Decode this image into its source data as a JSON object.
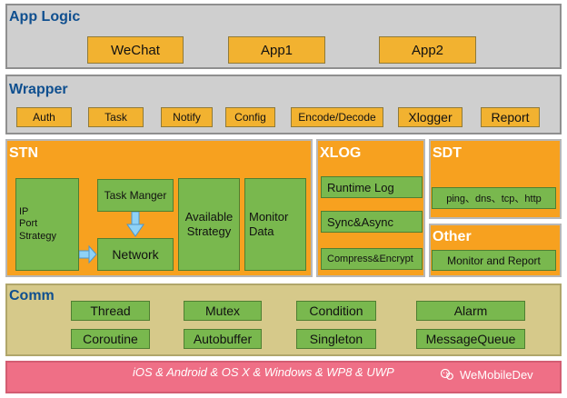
{
  "layers": {
    "app_logic": {
      "title": "App Logic",
      "items": [
        "WeChat",
        "App1",
        "App2"
      ]
    },
    "wrapper": {
      "title": "Wrapper",
      "items": [
        "Auth",
        "Task",
        "Notify",
        "Config",
        "Encode/Decode",
        "Xlogger",
        "Report"
      ]
    },
    "stn": {
      "title": "STN",
      "left_lines": [
        "IP",
        "Port",
        "Strategy"
      ],
      "task": "Task Manger",
      "network": "Network",
      "available": [
        "Available",
        "Strategy"
      ],
      "monitor": [
        "Monitor",
        "Data"
      ]
    },
    "xlog": {
      "title": "XLOG",
      "items": [
        "Runtime Log",
        "Sync&Async",
        "Compress&Encrypt"
      ]
    },
    "sdt": {
      "title": "SDT",
      "item": "ping、dns、tcp、http"
    },
    "other": {
      "title": "Other",
      "item": "Monitor and Report"
    },
    "comm": {
      "title": "Comm",
      "items": [
        "Thread",
        "Mutex",
        "Condition",
        "Alarm",
        "Coroutine",
        "Autobuffer",
        "Singleton",
        "MessageQueue"
      ]
    },
    "platform": {
      "text": "iOS & Android & OS X & Windows & WP8 & UWP",
      "brand": "WeMobileDev"
    }
  },
  "colors": {
    "gray": "#cfcfcf",
    "orange": "#f7a11f",
    "yellow": "#f2b230",
    "green": "#79b84e",
    "khaki": "#d6c98a",
    "pink": "#ef6f86",
    "title_blue": "#0f4f8f"
  },
  "icons": [
    "arrow-down-icon",
    "arrow-right-icon",
    "wechat-like-icon"
  ]
}
